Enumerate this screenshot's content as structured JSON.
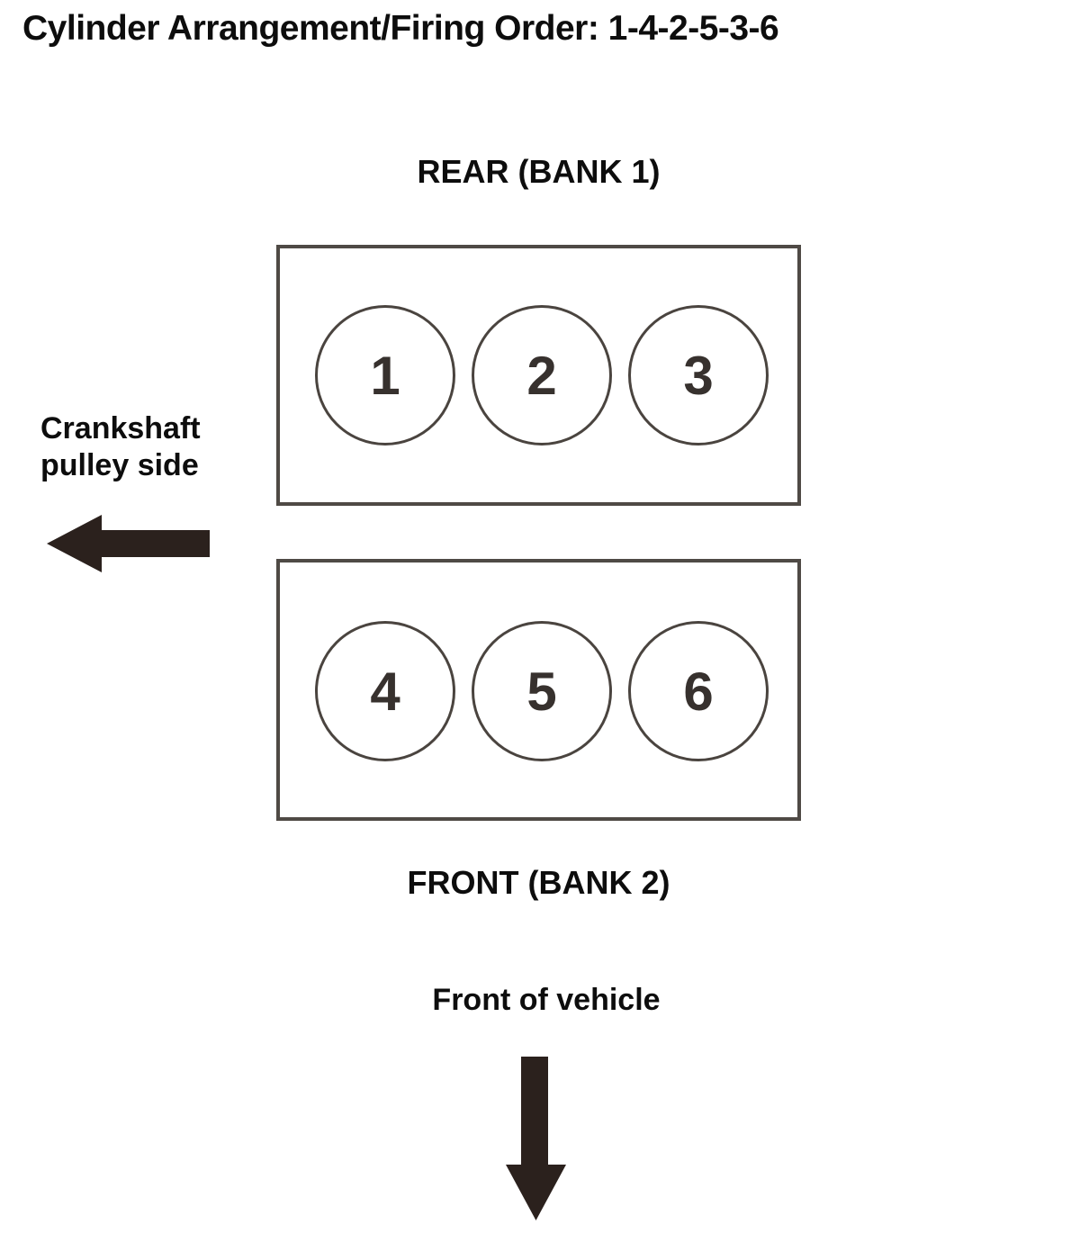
{
  "title": "Cylinder Arrangement/Firing Order: 1-4-2-5-3-6",
  "firing_order": "1-4-2-5-3-6",
  "diagram": {
    "bank1": {
      "label": "REAR (BANK 1)",
      "cylinders": [
        "1",
        "2",
        "3"
      ]
    },
    "bank2": {
      "label": "FRONT (BANK 2)",
      "cylinders": [
        "4",
        "5",
        "6"
      ]
    },
    "crankshaft_label": {
      "line1": "Crankshaft",
      "line2": "pulley side"
    },
    "front_of_vehicle_label": "Front of vehicle",
    "icons": {
      "left_arrow": "left-arrow",
      "down_arrow": "down-arrow"
    },
    "colors": {
      "background": "#ffffff",
      "text": "#0d0d0d",
      "box_stroke": "#4f4a45",
      "circle_stroke": "#4a443f",
      "arrow_fill": "#2b211d"
    }
  }
}
